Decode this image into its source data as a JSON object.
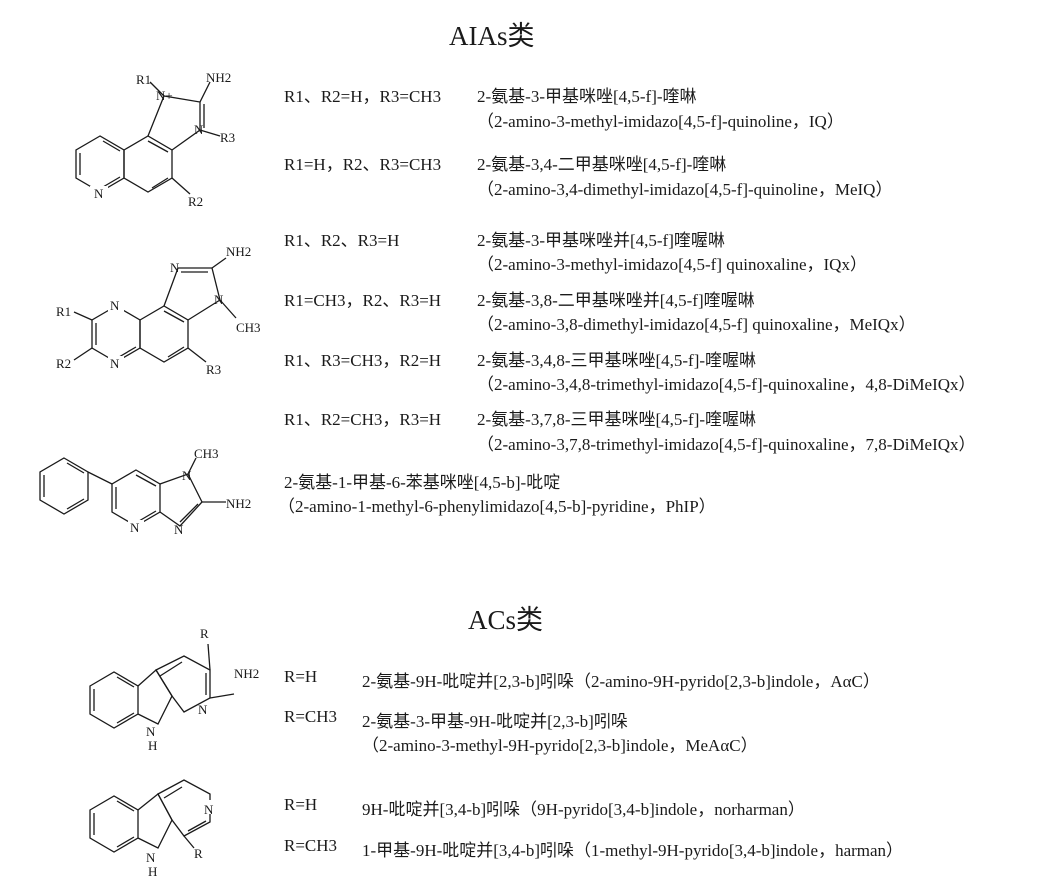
{
  "headings": {
    "aias": "AIAs类",
    "acs": "ACs类"
  },
  "atom_labels": {
    "R": "R",
    "R1": "R1",
    "R2": "R2",
    "R3": "R3",
    "N": "N",
    "H": "H",
    "NH": "N",
    "NH2": "NH2",
    "N_plus": "N+",
    "CH3": "CH3"
  },
  "aias_rows": [
    {
      "cond": "R1、R2=H，R3=CH3",
      "name_cn": "2-氨基-3-甲基咪唑[4,5-f]-喹啉",
      "name_en": "（2-amino-3-methyl-imidazo[4,5-f]-quinoline，IQ）"
    },
    {
      "cond": "R1=H，R2、R3=CH3",
      "name_cn": "2-氨基-3,4-二甲基咪唑[4,5-f]-喹啉",
      "name_en": "（2-amino-3,4-dimethyl-imidazo[4,5-f]-quinoline，MeIQ）"
    },
    {
      "cond": "R1、R2、R3=H",
      "name_cn": "2-氨基-3-甲基咪唑并[4,5-f]喹喔啉",
      "name_en": "（2-amino-3-methyl-imidazo[4,5-f] quinoxaline，IQx）"
    },
    {
      "cond": "R1=CH3，R2、R3=H",
      "name_cn": "2-氨基-3,8-二甲基咪唑并[4,5-f]喹喔啉",
      "name_en": "（2-amino-3,8-dimethyl-imidazo[4,5-f] quinoxaline，MeIQx）"
    },
    {
      "cond": "R1、R3=CH3，R2=H",
      "name_cn": "2-氨基-3,4,8-三甲基咪唑[4,5-f]-喹喔啉",
      "name_en": "（2-amino-3,4,8-trimethyl-imidazo[4,5-f]-quinoxaline，4,8-DiMeIQx）"
    },
    {
      "cond": "R1、R2=CH3，R3=H",
      "name_cn": "2-氨基-3,7,8-三甲基咪唑[4,5-f]-喹喔啉",
      "name_en": "（2-amino-3,7,8-trimethyl-imidazo[4,5-f]-quinoxaline，7,8-DiMeIQx）"
    }
  ],
  "phip": {
    "name_cn": "2-氨基-1-甲基-6-苯基咪唑[4,5-b]-吡啶",
    "name_en": "（2-amino-1-methyl-6-phenylimidazo[4,5-b]-pyridine，PhIP）"
  },
  "acs_rows": [
    {
      "cond": "R=H",
      "line1": "2-氨基-9H-吡啶并[2,3-b]吲哚（2-amino-9H-pyrido[2,3-b]indole，AαC）",
      "line2": ""
    },
    {
      "cond": "R=CH3",
      "line1": "2-氨基-3-甲基-9H-吡啶并[2,3-b]吲哚",
      "line2": "（2-amino-3-methyl-9H-pyrido[2,3-b]indole，MeAαC）"
    },
    {
      "cond": "R=H",
      "line1": "9H-吡啶并[3,4-b]吲哚（9H-pyrido[3,4-b]indole，norharman）",
      "line2": ""
    },
    {
      "cond": "R=CH3",
      "line1": "1-甲基-9H-吡啶并[3,4-b]吲哚（1-methyl-9H-pyrido[3,4-b]indole，harman）",
      "line2": ""
    }
  ]
}
